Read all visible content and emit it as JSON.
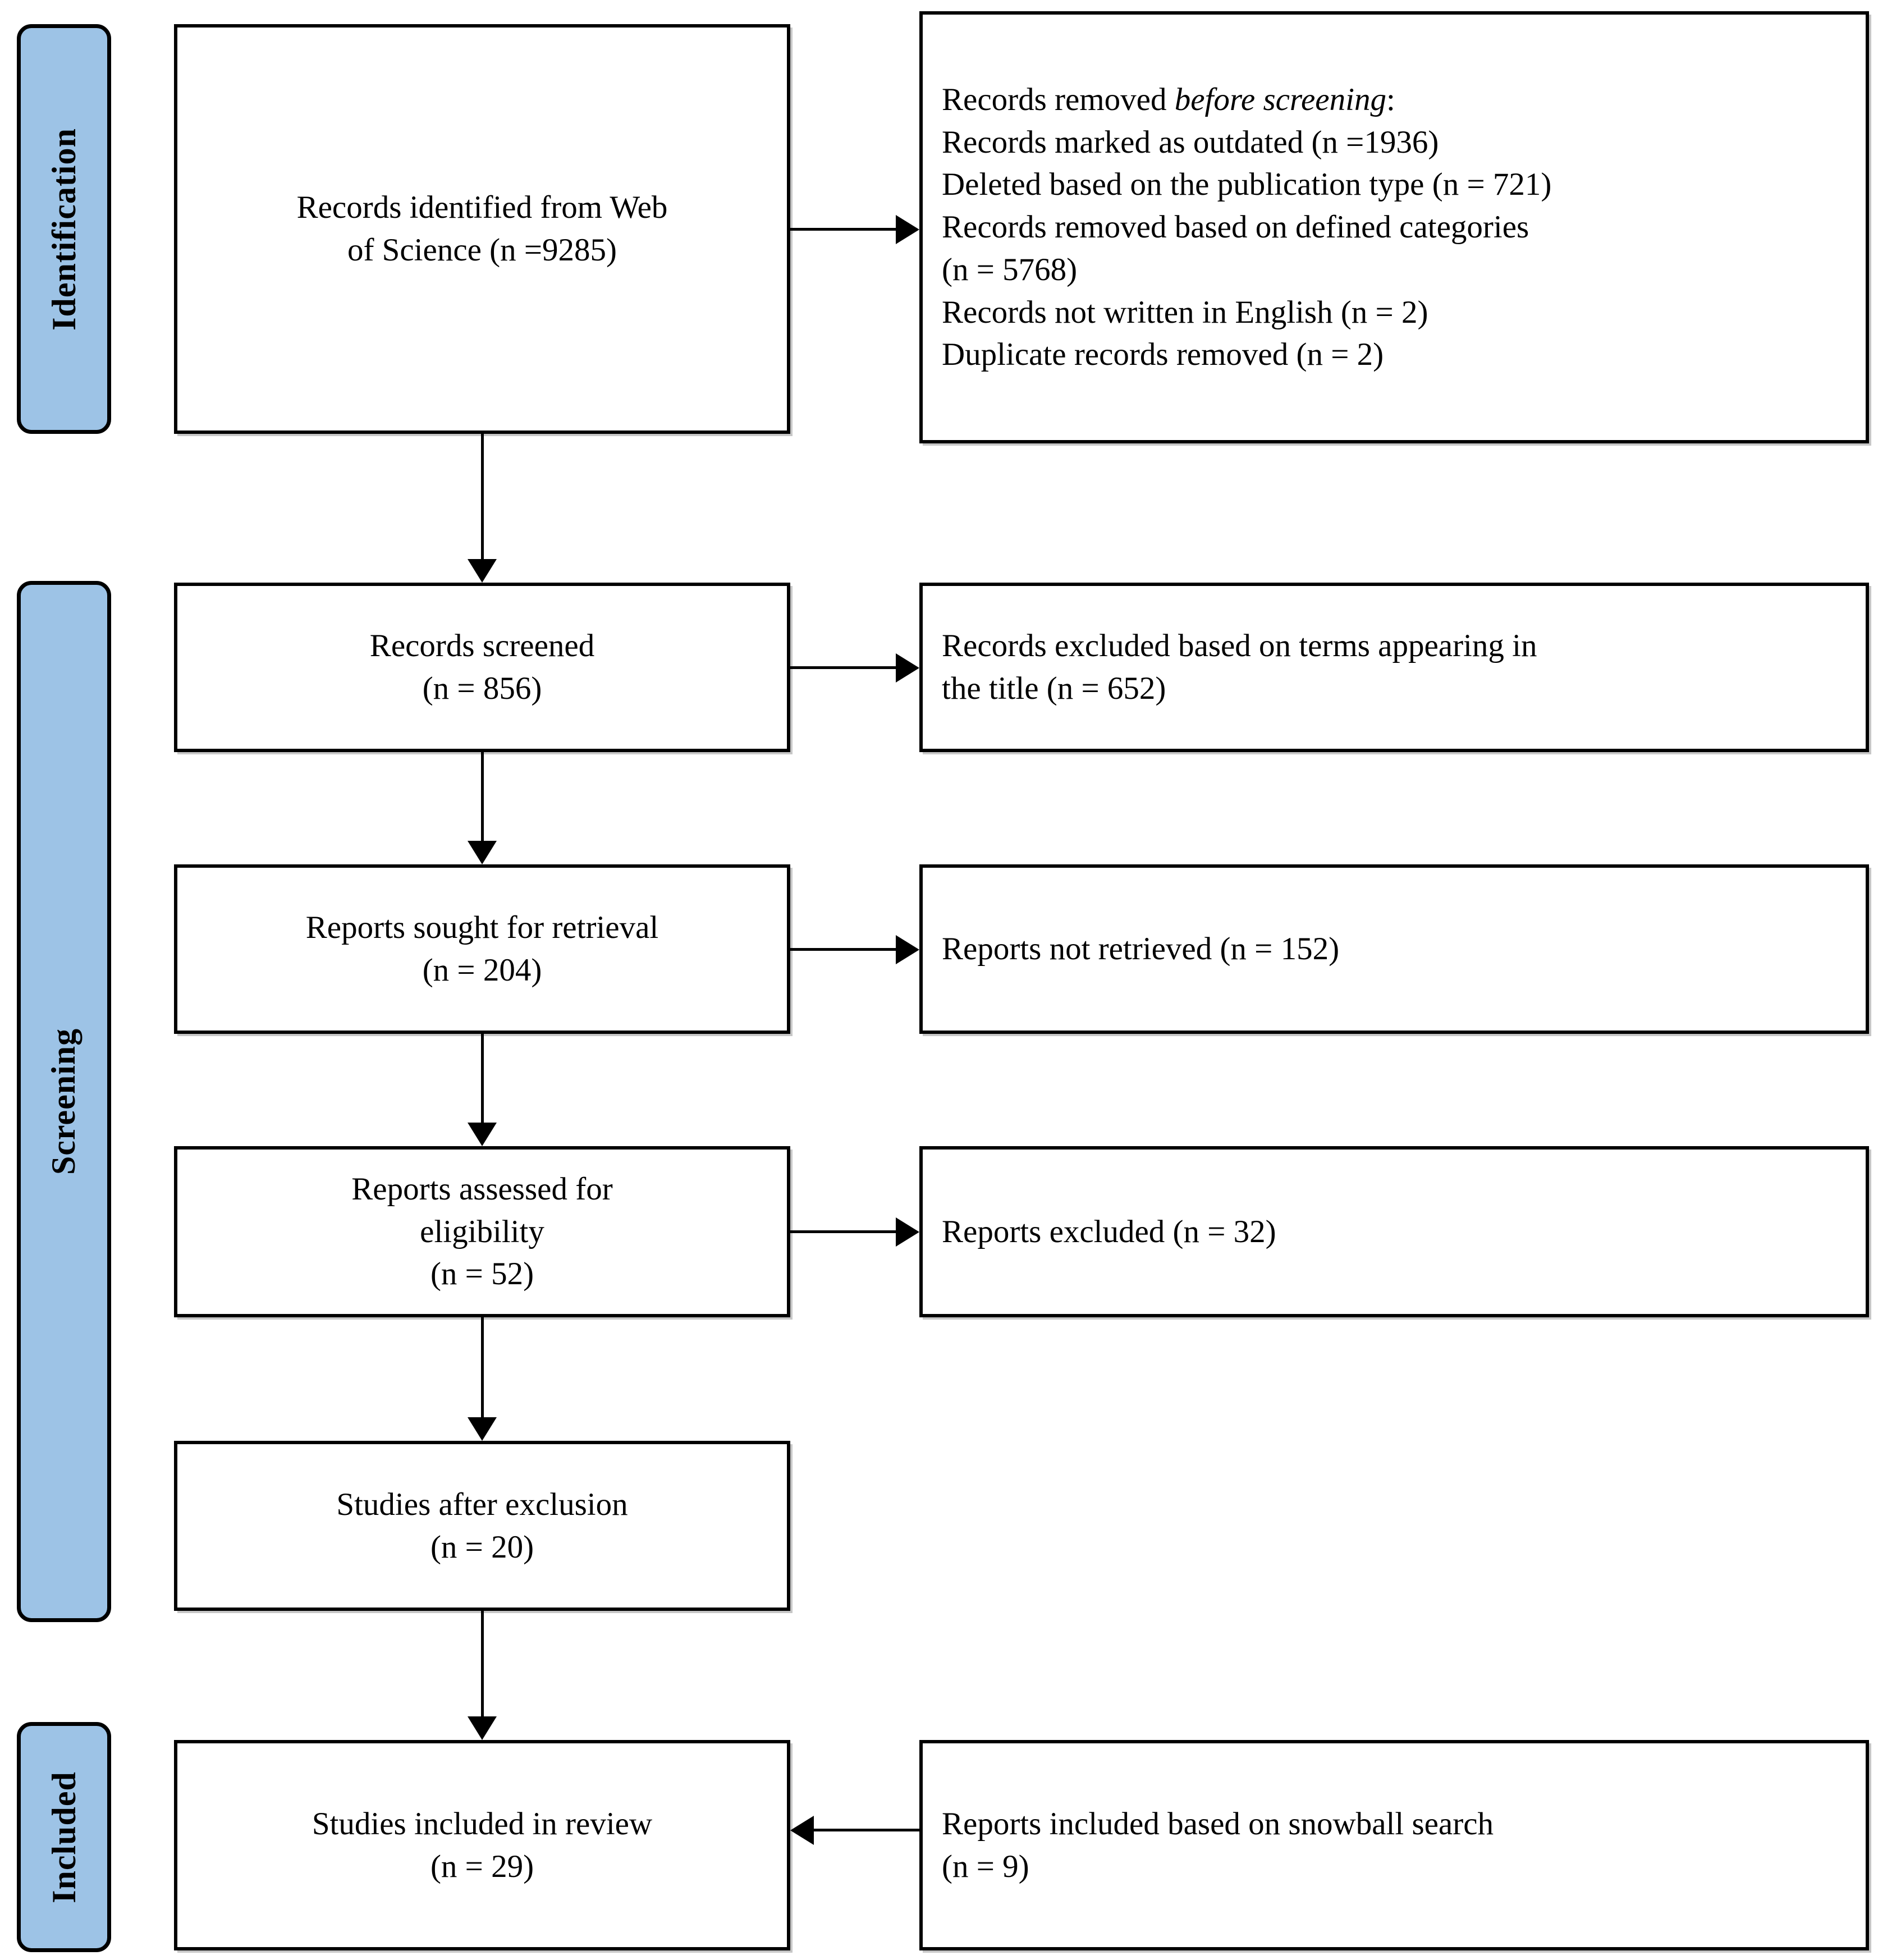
{
  "diagram": {
    "type": "prisma-flow-diagram",
    "accent_color": "#9DC3E6",
    "line_color": "#000000",
    "background": "#FFFFFF"
  },
  "phases": [
    {
      "id": "identification",
      "label": "Identification"
    },
    {
      "id": "screening",
      "label": "Screening"
    },
    {
      "id": "included",
      "label": "Included"
    }
  ],
  "boxes": {
    "identified": {
      "line1": "Records identified from Web",
      "line2": "of Science (n =9285)"
    },
    "removed_before_screening": {
      "heading_plain": "Records removed ",
      "heading_italic": "before screening",
      "heading_colon": ":",
      "items": [
        "Records marked as outdated (n =1936)",
        "Deleted based on the publication type (n = 721)",
        "Records removed based on defined categories",
        "(n = 5768)",
        "Records not written in English (n = 2)",
        "Duplicate records removed (n = 2)"
      ]
    },
    "records_screened": {
      "line1": "Records screened",
      "line2": "(n = 856)"
    },
    "records_excluded": {
      "line1": "Records excluded based on terms appearing in",
      "line2": "the title (n = 652)"
    },
    "reports_sought": {
      "line1": "Reports sought for retrieval",
      "line2": "(n = 204)"
    },
    "reports_not_retrieved": {
      "line1": "Reports not retrieved (n = 152)"
    },
    "reports_assessed": {
      "line1": "Reports assessed for",
      "line2": "eligibility",
      "line3": "(n = 52)"
    },
    "reports_excluded": {
      "line1": "Reports excluded (n = 32)"
    },
    "studies_after_exclusion": {
      "line1": "Studies after exclusion",
      "line2": "(n = 20)"
    },
    "studies_included": {
      "line1": "Studies included in review",
      "line2": "(n = 29)"
    },
    "snowball": {
      "line1": "Reports included based on snowball search",
      "line2": "(n = 9)"
    }
  },
  "chart_data": {
    "type": "diagram",
    "title": "PRISMA 2020 flow diagram",
    "nodes": [
      {
        "id": "identified",
        "phase": "Identification",
        "label": "Records identified from Web of Science",
        "n": 9285
      },
      {
        "id": "removed_outdated",
        "phase": "Identification",
        "label": "Records marked as outdated",
        "n": 1936
      },
      {
        "id": "removed_pubtype",
        "phase": "Identification",
        "label": "Deleted based on the publication type",
        "n": 721
      },
      {
        "id": "removed_categories",
        "phase": "Identification",
        "label": "Records removed based on defined categories",
        "n": 5768
      },
      {
        "id": "removed_language",
        "phase": "Identification",
        "label": "Records not written in English",
        "n": 2
      },
      {
        "id": "removed_duplicates",
        "phase": "Identification",
        "label": "Duplicate records removed",
        "n": 2
      },
      {
        "id": "records_screened",
        "phase": "Screening",
        "label": "Records screened",
        "n": 856
      },
      {
        "id": "records_excluded",
        "phase": "Screening",
        "label": "Records excluded based on terms appearing in the title",
        "n": 652
      },
      {
        "id": "reports_sought",
        "phase": "Screening",
        "label": "Reports sought for retrieval",
        "n": 204
      },
      {
        "id": "reports_not_retrieved",
        "phase": "Screening",
        "label": "Reports not retrieved",
        "n": 152
      },
      {
        "id": "reports_assessed",
        "phase": "Screening",
        "label": "Reports assessed for eligibility",
        "n": 52
      },
      {
        "id": "reports_excluded",
        "phase": "Screening",
        "label": "Reports excluded",
        "n": 32
      },
      {
        "id": "studies_after_exclusion",
        "phase": "Screening",
        "label": "Studies after exclusion",
        "n": 20
      },
      {
        "id": "studies_included",
        "phase": "Included",
        "label": "Studies included in review",
        "n": 29
      },
      {
        "id": "snowball",
        "phase": "Included",
        "label": "Reports included based on snowball search",
        "n": 9
      }
    ],
    "edges": [
      {
        "from": "identified",
        "to": "removed_before_screening",
        "direction": "right"
      },
      {
        "from": "identified",
        "to": "records_screened",
        "direction": "down"
      },
      {
        "from": "records_screened",
        "to": "records_excluded",
        "direction": "right"
      },
      {
        "from": "records_screened",
        "to": "reports_sought",
        "direction": "down"
      },
      {
        "from": "reports_sought",
        "to": "reports_not_retrieved",
        "direction": "right"
      },
      {
        "from": "reports_sought",
        "to": "reports_assessed",
        "direction": "down"
      },
      {
        "from": "reports_assessed",
        "to": "reports_excluded",
        "direction": "right"
      },
      {
        "from": "reports_assessed",
        "to": "studies_after_exclusion",
        "direction": "down"
      },
      {
        "from": "studies_after_exclusion",
        "to": "studies_included",
        "direction": "down"
      },
      {
        "from": "snowball",
        "to": "studies_included",
        "direction": "left"
      }
    ]
  }
}
